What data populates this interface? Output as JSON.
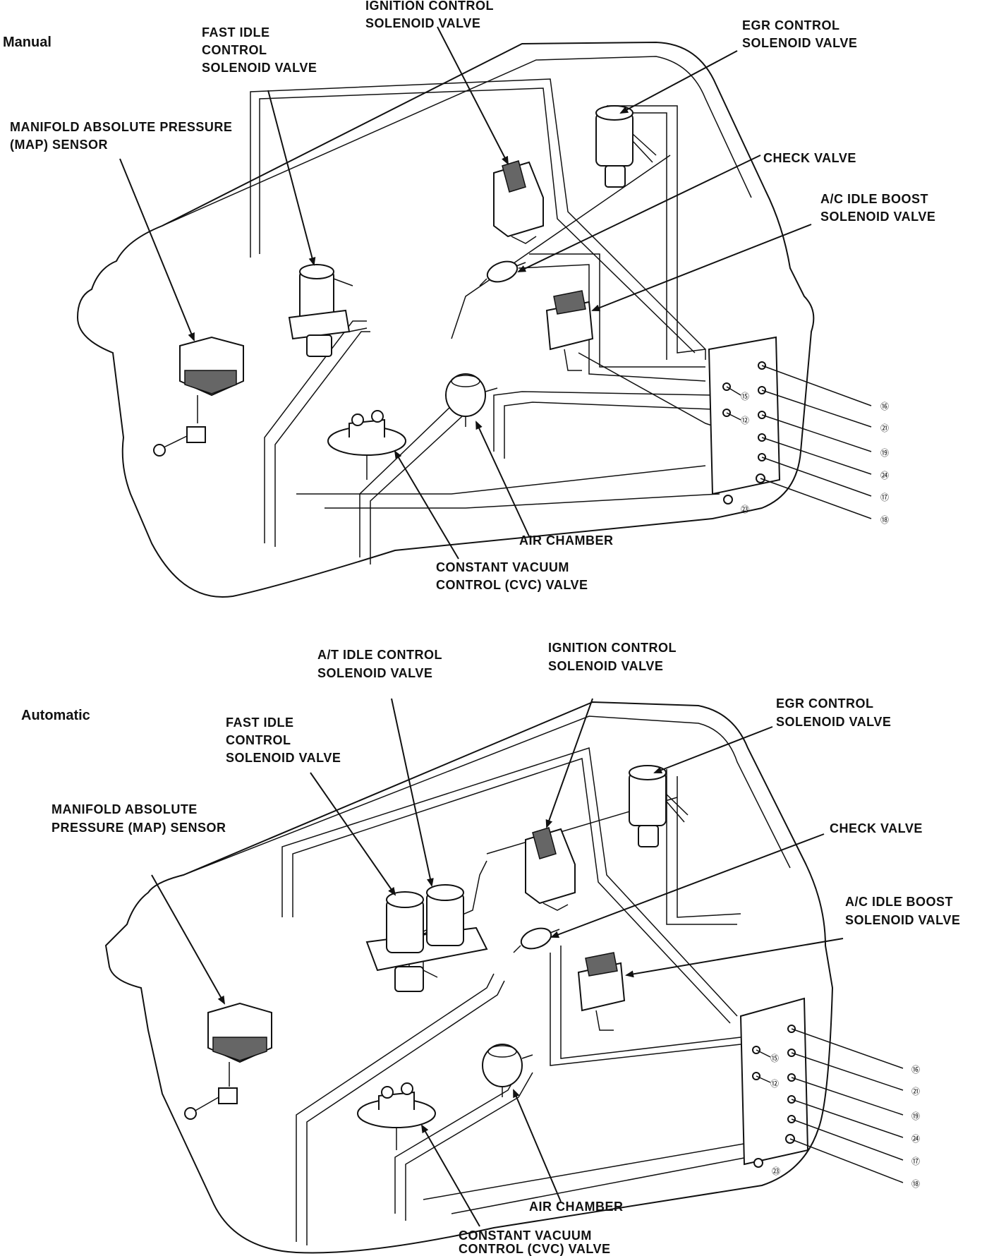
{
  "manual": {
    "title": "Manual",
    "labels": {
      "ignition_l1": "IGNITION CONTROL",
      "ignition_l2": "SOLENOID VALVE",
      "fast_idle_l1": "FAST IDLE",
      "fast_idle_l2": "CONTROL",
      "fast_idle_l3": "SOLENOID VALVE",
      "egr_l1": "EGR CONTROL",
      "egr_l2": "SOLENOID VALVE",
      "map_l1": "MANIFOLD ABSOLUTE PRESSURE",
      "map_l2": "(MAP) SENSOR",
      "check_valve": "CHECK VALVE",
      "ac_l1": "A/C IDLE BOOST",
      "ac_l2": "SOLENOID VALVE",
      "air_chamber": "AIR CHAMBER",
      "cvc_l1": "CONSTANT VACUUM",
      "cvc_l2": "CONTROL (CVC) VALVE"
    },
    "ports_right": [
      "⑯",
      "㉑",
      "⑲",
      "㉔",
      "⑰",
      "⑱"
    ],
    "ports_inner": [
      "⑮",
      "⑫",
      "㉓"
    ]
  },
  "automatic": {
    "title": "Automatic",
    "labels": {
      "at_idle_l1": "A/T IDLE CONTROL",
      "at_idle_l2": "SOLENOID VALVE",
      "ignition_l1": "IGNITION CONTROL",
      "ignition_l2": "SOLENOID VALVE",
      "egr_l1": "EGR CONTROL",
      "egr_l2": "SOLENOID VALVE",
      "fast_idle_l1": "FAST IDLE",
      "fast_idle_l2": "CONTROL",
      "fast_idle_l3": "SOLENOID VALVE",
      "map_l1": "MANIFOLD ABSOLUTE",
      "map_l2": "PRESSURE (MAP) SENSOR",
      "check_valve": "CHECK VALVE",
      "ac_l1": "A/C IDLE BOOST",
      "ac_l2": "SOLENOID VALVE",
      "air_chamber": "AIR CHAMBER",
      "cvc_l1": "CONSTANT VACUUM",
      "cvc_l2": "CONTROL (CVC) VALVE"
    },
    "ports_right": [
      "⑯",
      "㉑",
      "⑲",
      "㉔",
      "⑰",
      "⑱"
    ],
    "ports_inner": [
      "⑮",
      "⑫",
      "㉓"
    ]
  }
}
